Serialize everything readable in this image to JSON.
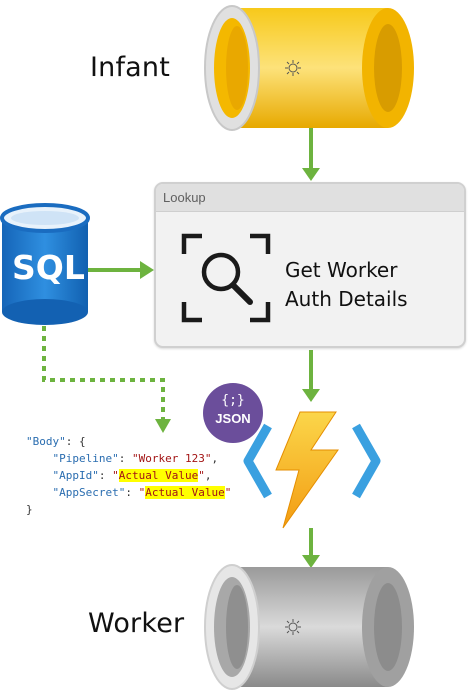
{
  "stages": {
    "infant": {
      "label": "Infant",
      "color": "#f5be14"
    },
    "worker": {
      "label": "Worker",
      "color": "#a9a9a9"
    }
  },
  "lookup": {
    "header": "Lookup",
    "title_line1": "Get Worker",
    "title_line2": "Auth Details"
  },
  "sql": {
    "label": "SQL",
    "color": "#1f77c8"
  },
  "json_badge": {
    "label": "JSON",
    "glyph": "{;}",
    "color": "#6b4e9b"
  },
  "json_body": {
    "line1": {
      "key": "\"Body\"",
      "rest": ": {"
    },
    "line2": {
      "key": "\"Pipeline\"",
      "sep": ": ",
      "value": "\"Worker 123\"",
      "end": ","
    },
    "line3": {
      "key": "\"AppId\"",
      "sep": ": ",
      "quote_open": "\"",
      "value": "Actual Value",
      "quote_close": "\"",
      "end": ","
    },
    "line4": {
      "key": "\"AppSecret\"",
      "sep": ": ",
      "quote_open": "\"",
      "value": "Actual Value",
      "quote_close": "\""
    },
    "line5": "}"
  },
  "colors": {
    "arrow": "#6db33f",
    "highlight": "#ffff00",
    "function_bolt": "#f9c80e",
    "function_brackets": "#3aa0e0"
  }
}
